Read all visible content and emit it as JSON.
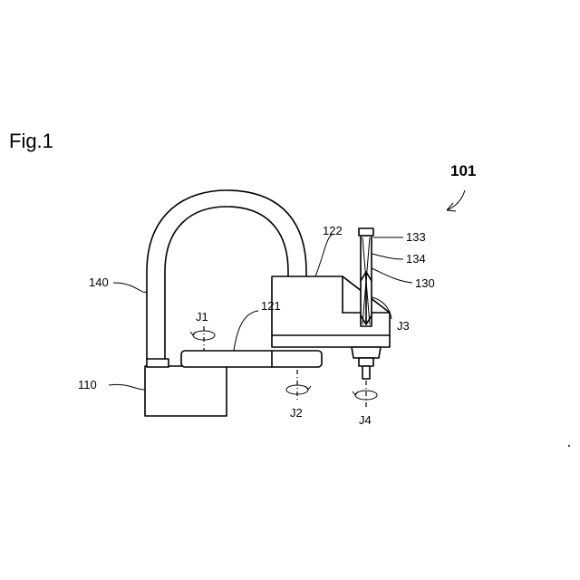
{
  "figure": {
    "title": "Fig.1",
    "main_reference": "101"
  },
  "labels": {
    "base": "110",
    "first_arm": "121",
    "second_arm": "122",
    "shaft": "130",
    "shaft_top": "133",
    "shaft_body": "134",
    "cable_duct": "140"
  },
  "joints": {
    "j1": "J1",
    "j2": "J2",
    "j3": "J3",
    "j4": "J4"
  }
}
